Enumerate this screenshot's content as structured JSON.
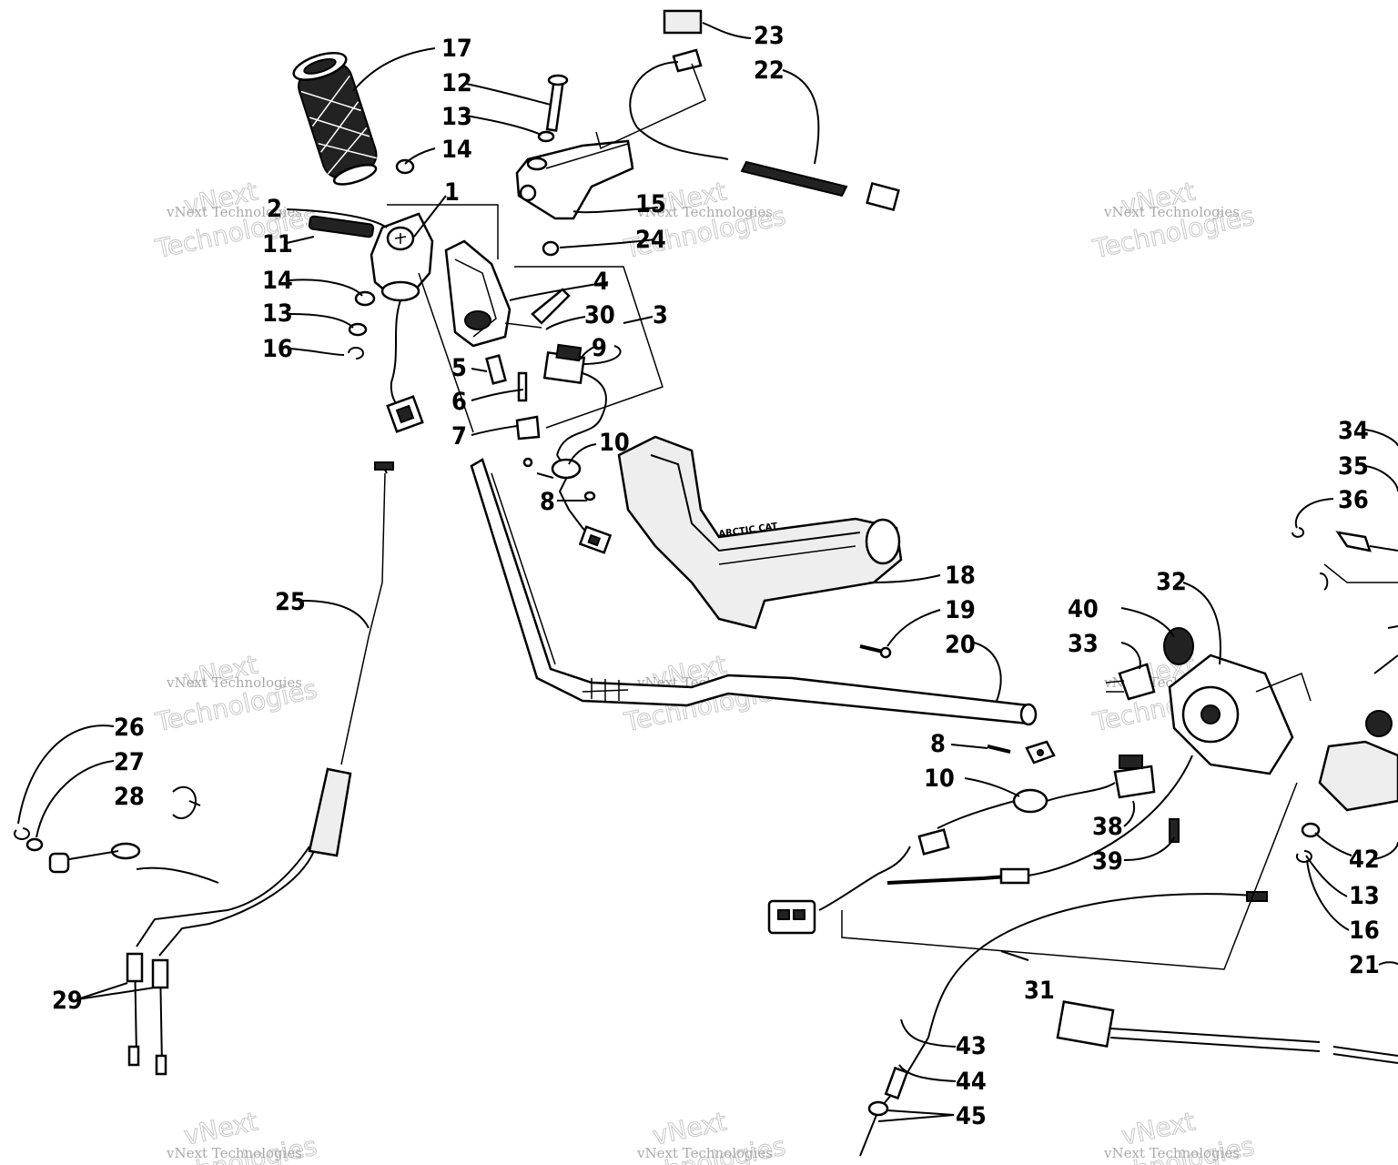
{
  "watermark": {
    "line1": "vNext Technologies",
    "line2": "vNext",
    "line3": "Technologies"
  },
  "callouts": [
    "1",
    "2",
    "3",
    "4",
    "5",
    "6",
    "7",
    "8",
    "9",
    "10",
    "11",
    "12",
    "13",
    "14",
    "15",
    "16",
    "17",
    "18",
    "19",
    "20",
    "21",
    "22",
    "23",
    "24",
    "25",
    "26",
    "27",
    "28",
    "29",
    "30",
    "31",
    "32",
    "33",
    "34",
    "35",
    "36",
    "38",
    "39",
    "40",
    "42",
    "43",
    "44",
    "45"
  ],
  "repeat_callouts": {
    "8b": "8",
    "10b": "10",
    "13b": "13",
    "13c": "13",
    "14b": "14",
    "16b": "16"
  }
}
